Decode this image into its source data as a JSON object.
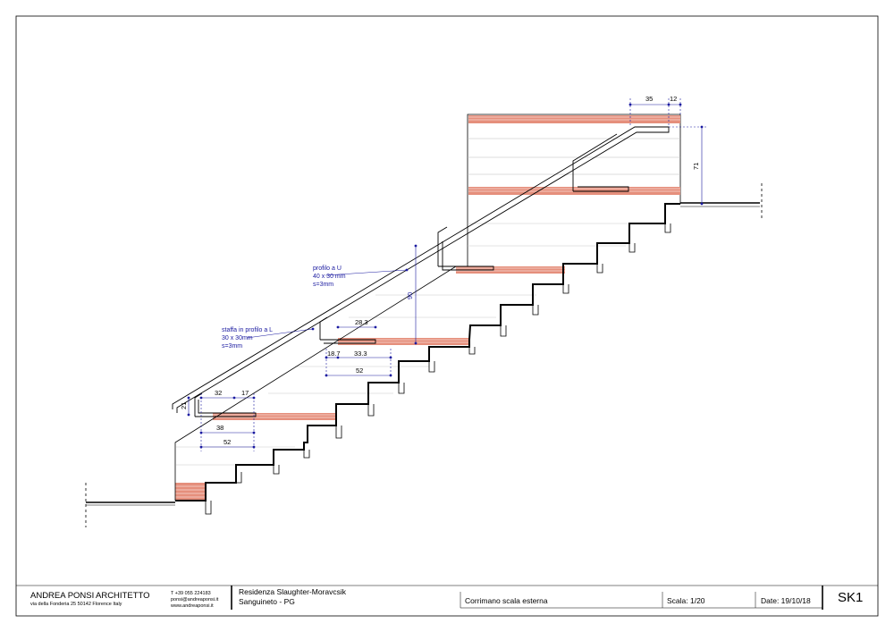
{
  "drawing": {
    "dimensions": {
      "top_35": "35",
      "top_12": "12",
      "d71": "71",
      "d90": "90",
      "d28_3": "28.3",
      "d18_7": "18.7",
      "d33_3": "33.3",
      "d52_upper": "52",
      "d21": "21",
      "d32": "32",
      "d17": "17",
      "d38": "38",
      "d52_lower": "52"
    },
    "annotations": {
      "profilo_u": [
        "profilo a U",
        "40 x 30 mm",
        "s=3mm"
      ],
      "staffa_l": [
        "staffa in profilo a L",
        "30 x 30mm",
        "s=3mm"
      ]
    }
  },
  "title_block": {
    "architect_name": "ANDREA PONSI",
    "architect_title": "ARCHITETTO",
    "address": "via della Fonderia 25   50142  Florence   Italy",
    "phone": "T +39 055 224183",
    "email": "ponsi@andreaponsi.it",
    "website": "www.andreaponsi.it",
    "project_line1": "Residenza Slaughter-Moravcsik",
    "project_line2": "Sanguineto - PG",
    "drawing_title": "Corrimano scala esterna",
    "scale": "Scala: 1/20",
    "date": "Date: 19/10/18",
    "sheet_number": "SK1"
  }
}
